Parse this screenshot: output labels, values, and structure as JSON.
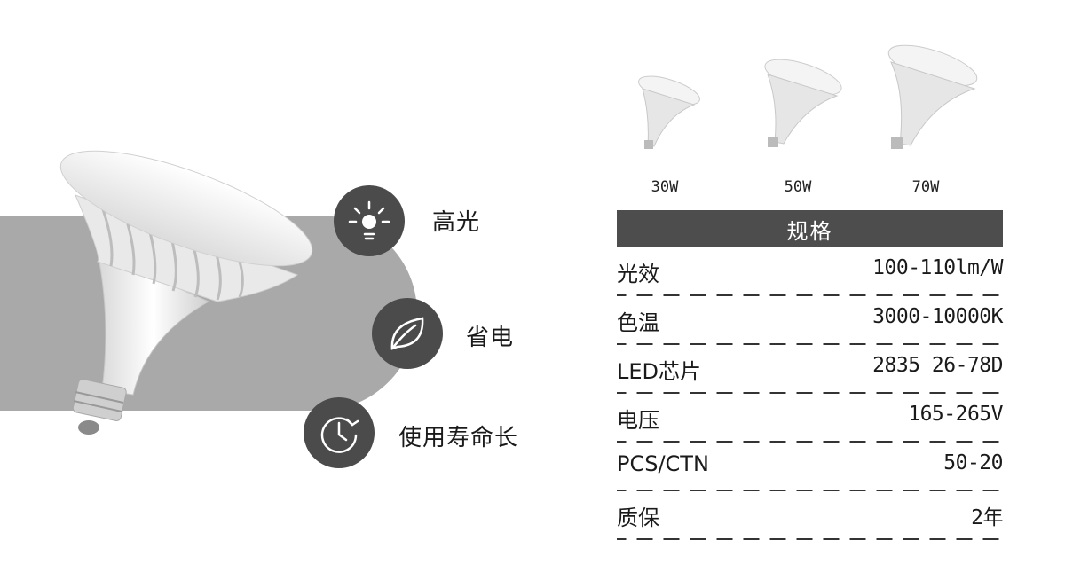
{
  "features": [
    {
      "icon": "lightbulb-icon",
      "label": "高光"
    },
    {
      "icon": "leaf-icon",
      "label": "省电"
    },
    {
      "icon": "clock-icon",
      "label": "使用寿命长"
    }
  ],
  "variants": [
    {
      "label": "30W"
    },
    {
      "label": "50W"
    },
    {
      "label": "70W"
    }
  ],
  "spec": {
    "title": "规格",
    "rows": [
      {
        "key": "光效",
        "value": "100-110lm/W"
      },
      {
        "key": "色温",
        "value": "3000-10000K"
      },
      {
        "key": "LED芯片",
        "value": "2835 26-78D"
      },
      {
        "key": "电压",
        "value": "165-265V"
      },
      {
        "key": "PCS/CTN",
        "value": "50-20"
      },
      {
        "key": "质保",
        "value": "2年"
      }
    ]
  },
  "colors": {
    "accent_dark": "#4b4b4b",
    "band_gray": "#a9a9a9"
  }
}
